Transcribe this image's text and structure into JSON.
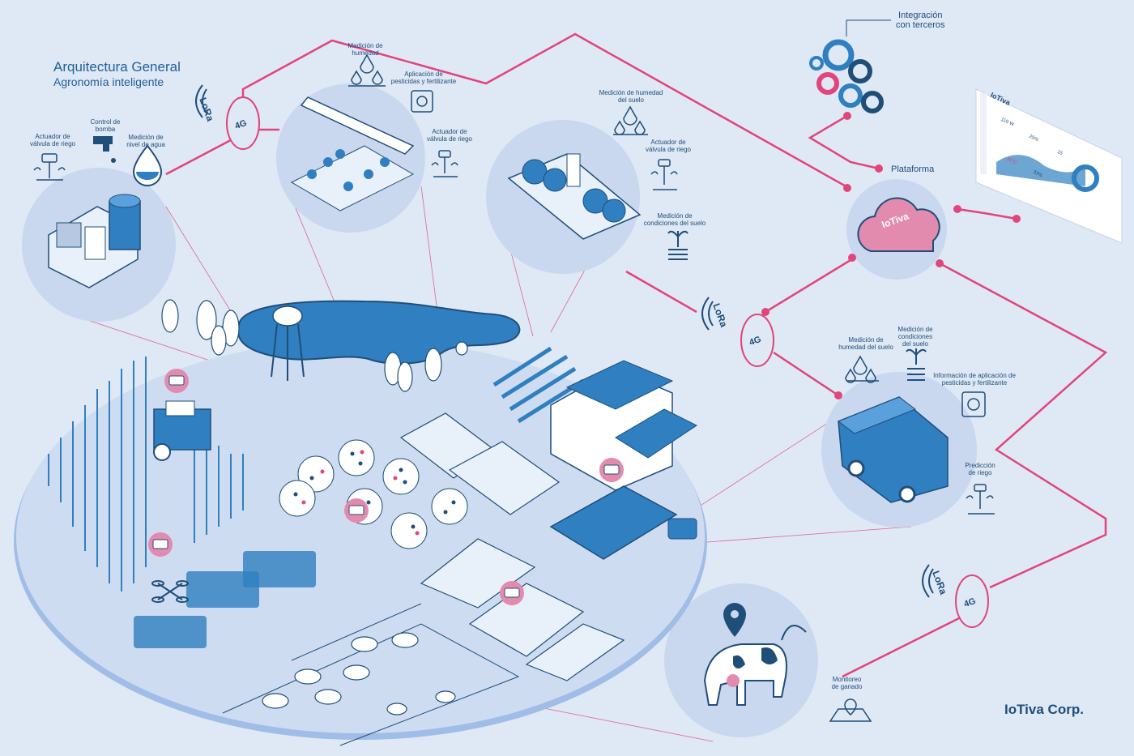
{
  "header": {
    "title": "Arquitectura General",
    "subtitle": "Agronomía inteligente"
  },
  "brand": {
    "corp": "IoTiva Corp.",
    "cloud_logo": "IoTiva",
    "dashboard_logo": "IoTiva"
  },
  "platform": {
    "label": "Plataforma"
  },
  "integration": {
    "line1": "Integración",
    "line2": "con terceros"
  },
  "network": {
    "lora": "LoRa",
    "g4": "4G"
  },
  "bubble_pump": {
    "actuator_l1": "Actuador de",
    "actuator_l2": "válvula de riego",
    "pump_l1": "Control de",
    "pump_l2": "bomba",
    "water_l1": "Medición de",
    "water_l2": "nivel de agua"
  },
  "bubble_irrigation": {
    "humidity_l1": "Medición de",
    "humidity_l2": "humedad",
    "pest_l1": "Aplicación de",
    "pest_l2": "pesticidas y fertilizante",
    "valve_l1": "Actuador de",
    "valve_l2": "válvula de riego"
  },
  "bubble_hydro": {
    "soil_hum_l1": "Medición de humedad",
    "soil_hum_l2": "del suelo",
    "valve_l1": "Actuador de",
    "valve_l2": "válvula de riego",
    "soil_cond_l1": "Medición de",
    "soil_cond_l2": "condiciones del suelo"
  },
  "bubble_van": {
    "hum_l1": "Medición de",
    "hum_l2": "humedad del suelo",
    "cond_l1": "Medición de",
    "cond_l2": "condiciones",
    "cond_l3": "del suelo",
    "info_l1": "Información de aplicación de",
    "info_l2": "pesticidas y fertilizante",
    "pred_l1": "Predicción",
    "pred_l2": "de riego"
  },
  "bubble_cattle": {
    "mon_l1": "Monitoreo",
    "mon_l2": "de ganado"
  },
  "dashboard": {
    "stat1": "110",
    "stat1_unit": "W",
    "stat2": "25%",
    "stat3": "15",
    "temp": "26°C",
    "pct": "33%"
  },
  "colors": {
    "bg": "#dfe8f5",
    "accent": "#e0457b",
    "navy": "#1f4e79",
    "blue": "#2f7fc1",
    "bubble": "#c9d8ee"
  }
}
